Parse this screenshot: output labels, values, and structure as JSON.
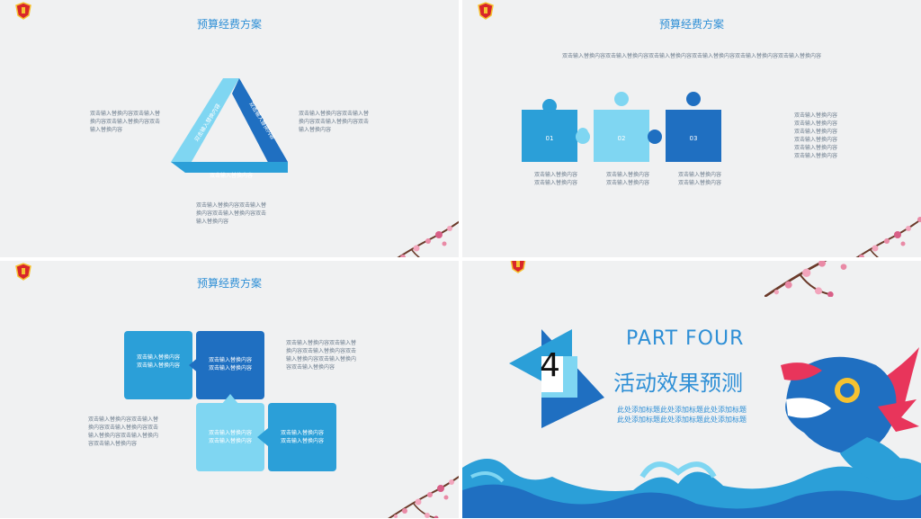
{
  "panel1": {
    "title": "预算经费方案",
    "text_left": "双击输入替换内容双击输入替\n换内容双击输入替换内容双击\n输入替换内容",
    "text_right": "双击输入替换内容双击输入替\n换内容双击输入替换内容双击\n输入替换内容",
    "text_bottom": "双击输入替换内容双击输入替\n换内容双击输入替换内容双击\n输入替换内容",
    "tri_left": "双击输入替换内容",
    "tri_right": "双击输入替换内容",
    "tri_bottom": "双击输入替换内容"
  },
  "panel2": {
    "title": "预算经费方案",
    "intro": "双击输入替换内容双击输入替换内容双击输入替换内容双击输入替换内容双击输入替换内容双击输入替换内容",
    "pieces": [
      {
        "num": "01",
        "caption": "双击输入替换内容\n双击输入替换内容",
        "color": "#2b9fd8"
      },
      {
        "num": "02",
        "caption": "双击输入替换内容\n双击输入替换内容",
        "color": "#7fd6f2"
      },
      {
        "num": "03",
        "caption": "双击输入替换内容\n双击输入替换内容",
        "color": "#1f6fc1"
      }
    ],
    "side_text": "双击输入替换内容\n双击输入替换内容\n双击输入替换内容\n双击输入替换内容\n双击输入替换内容\n双击输入替换内容"
  },
  "panel3": {
    "title": "预算经费方案",
    "text_right": "双击输入替换内容双击输入替\n换内容双击输入替换内容双击\n输入替换内容双击输入替换内\n容双击输入替换内容",
    "text_left": "双击输入替换内容双击输入替\n换内容双击输入替换内容双击\n输入替换内容双击输入替换内\n容双击输入替换内容",
    "box1": "双击输入替换内容\n双击输入替换内容",
    "box2": "双击输入替换内容\n双击输入替换内容",
    "box3": "双击输入替换内容\n双击输入替换内容",
    "box4": "双击输入替换内容\n双击输入替换内容"
  },
  "panel4": {
    "number": "4",
    "part": "PART  FOUR",
    "cn_title": "活动效果预测",
    "subtitle": "此处添加标题此处添加标题此处添加标题\n此处添加标题此处添加标题此处添加标题"
  },
  "colors": {
    "light": "#7fd6f2",
    "mid": "#2b9fd8",
    "dark": "#1f6fc1",
    "text": "#2e8fd6"
  }
}
